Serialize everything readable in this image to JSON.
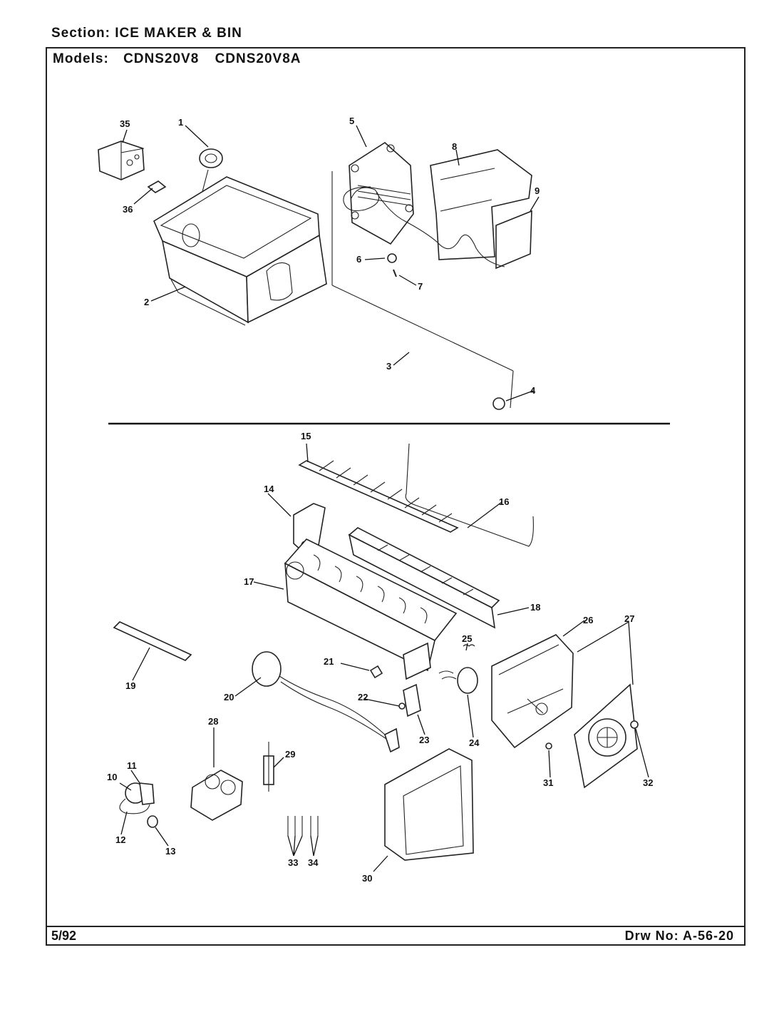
{
  "header": {
    "section_label": "Section:",
    "section_value": "ICE MAKER & BIN",
    "models_label": "Models:",
    "models": [
      "CDNS20V8",
      "CDNS20V8A"
    ]
  },
  "footer": {
    "date": "5/92",
    "drawing_label": "Drw No:",
    "drawing_number": "A-56-20"
  },
  "callouts": [
    "1",
    "2",
    "3",
    "4",
    "5",
    "6",
    "7",
    "8",
    "9",
    "10",
    "11",
    "12",
    "13",
    "14",
    "15",
    "16",
    "17",
    "18",
    "19",
    "20",
    "21",
    "22",
    "23",
    "24",
    "25",
    "26",
    "27",
    "28",
    "29",
    "30",
    "31",
    "32",
    "33",
    "34",
    "35",
    "36"
  ]
}
